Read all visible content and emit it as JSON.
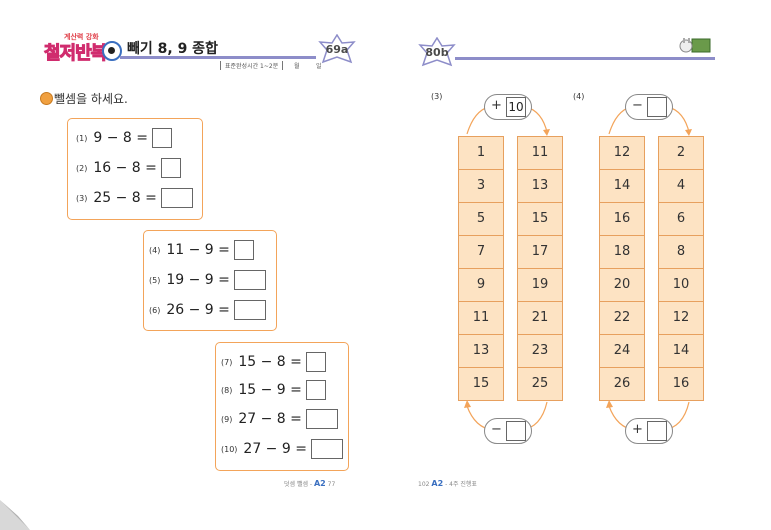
{
  "left_page": {
    "logo": {
      "tag": "계산력 강화",
      "main": "철저반복"
    },
    "title": "빼기 8, 9 종합",
    "meta": {
      "time": "표준완성시간 1~2분",
      "month": "월",
      "day": "일"
    },
    "page_badge": "69a",
    "instruction": "뺄셈을 하세요.",
    "groups": [
      {
        "problems": [
          {
            "num": "(1)",
            "expr": "9 − 8 ="
          },
          {
            "num": "(2)",
            "expr": "16 − 8 ="
          },
          {
            "num": "(3)",
            "expr": "25 − 8 ="
          }
        ]
      },
      {
        "problems": [
          {
            "num": "(4)",
            "expr": "11 − 9 ="
          },
          {
            "num": "(5)",
            "expr": "19 − 9 ="
          },
          {
            "num": "(6)",
            "expr": "26 − 9 ="
          }
        ]
      },
      {
        "problems": [
          {
            "num": "(7)",
            "expr": "15 − 8 ="
          },
          {
            "num": "(8)",
            "expr": "15 − 9 ="
          },
          {
            "num": "(9)",
            "expr": "27 − 8 ="
          },
          {
            "num": "(10)",
            "expr": "27 − 9 ="
          }
        ]
      }
    ],
    "footer": {
      "text": "덧셈 뺄셈 -",
      "book": "A2",
      "page": "77"
    }
  },
  "right_page": {
    "page_badge": "80b",
    "footer": {
      "page": "102",
      "book": "A2",
      "text": "- 4주 진행표"
    },
    "exercises": [
      {
        "label": "(3)",
        "top_op": "+",
        "top_value": "10",
        "bottom_op": "−",
        "bottom_value": "",
        "left_column": [
          "1",
          "3",
          "5",
          "7",
          "9",
          "11",
          "13",
          "15"
        ],
        "right_column": [
          "11",
          "13",
          "15",
          "17",
          "19",
          "21",
          "23",
          "25"
        ]
      },
      {
        "label": "(4)",
        "top_op": "−",
        "top_value": "",
        "bottom_op": "+",
        "bottom_value": "",
        "left_column": [
          "12",
          "14",
          "16",
          "18",
          "20",
          "22",
          "24",
          "26"
        ],
        "right_column": [
          "2",
          "4",
          "6",
          "8",
          "10",
          "12",
          "14",
          "16"
        ]
      }
    ]
  },
  "colors": {
    "accent": "#f3a45a",
    "cell_fill": "#fde3c3",
    "rule": "#8d8dc9"
  }
}
